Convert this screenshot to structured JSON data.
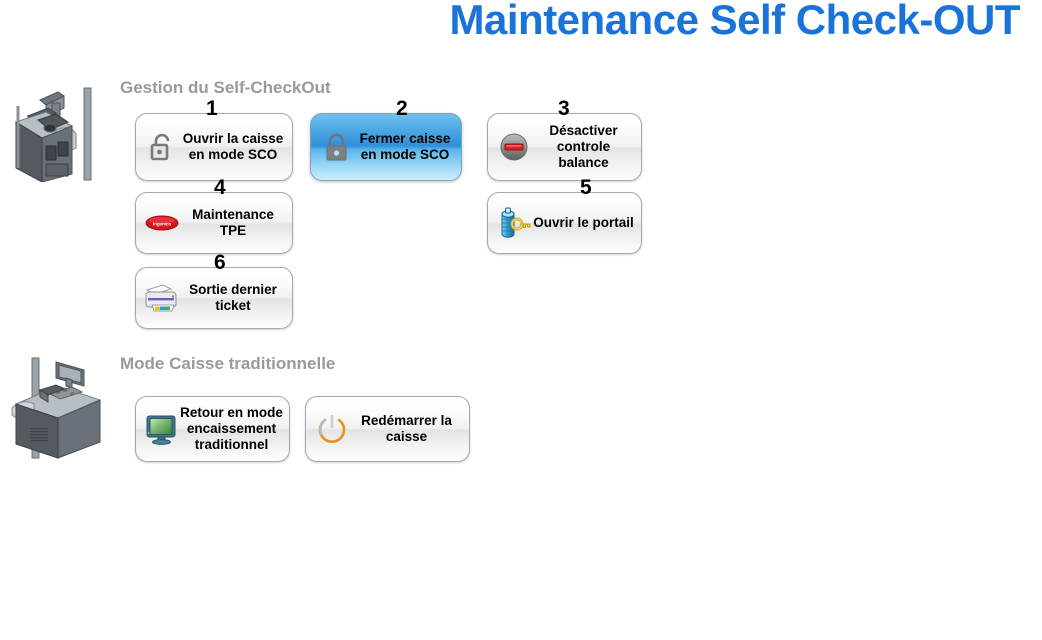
{
  "page": {
    "title": "Maintenance Self Check-OUT",
    "title_color": "#1a73d9",
    "background_color": "#ffffff"
  },
  "sections": [
    {
      "id": "self-checkout",
      "heading": "Gestion du Self-CheckOut",
      "heading_color": "#9a9a9a",
      "illustration": "self-checkout-kiosk-illustration"
    },
    {
      "id": "traditional",
      "heading": "Mode Caisse traditionnelle",
      "heading_color": "#9a9a9a",
      "illustration": "traditional-checkout-counter-illustration"
    }
  ],
  "buttons": [
    {
      "number": "1",
      "label": "Ouvrir la caisse\nen mode SCO",
      "icon": "padlock-open-icon",
      "state": "normal"
    },
    {
      "number": "2",
      "label": "Fermer caisse\nen mode SCO",
      "icon": "padlock-closed-icon",
      "state": "active",
      "accent_color": "#2f8fd8"
    },
    {
      "number": "3",
      "label": "Désactiver\ncontrole balance",
      "icon": "disable-circle-icon",
      "state": "normal",
      "accent_color": "#e02020"
    },
    {
      "number": "4",
      "label": "Maintenance\nTPE",
      "icon": "payment-terminal-logo-icon",
      "state": "normal",
      "accent_color": "#d01020"
    },
    {
      "number": "5",
      "label": "Ouvrir le portail",
      "icon": "database-key-icon",
      "state": "normal",
      "accent_color": "#ffd24d"
    },
    {
      "number": "6",
      "label": "Sortie dernier\nticket",
      "icon": "printer-icon",
      "state": "normal"
    },
    {
      "number": "",
      "label": "Retour en mode\nencaissement\ntraditionnel",
      "icon": "monitor-icon",
      "state": "normal",
      "accent_color": "#4ea64e"
    },
    {
      "number": "",
      "label": "Redémarrer la\ncaisse",
      "icon": "power-icon",
      "state": "normal",
      "accent_color": "#e8901a"
    }
  ]
}
